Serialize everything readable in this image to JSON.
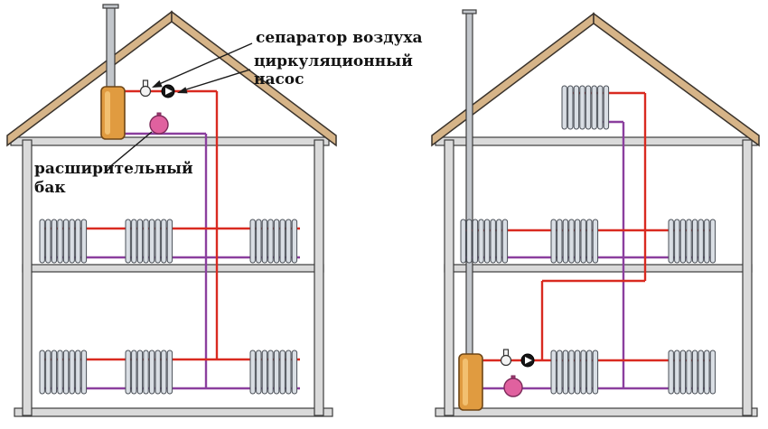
{
  "diagram": {
    "labels": {
      "air_separator": "сепаратор воздуха",
      "circulation_pump": [
        "циркуляционный",
        "насос"
      ],
      "expansion_tank": [
        "расширительный",
        "бак"
      ]
    },
    "colors": {
      "supply_pipe": "#d92a20",
      "return_pipe": "#8b3f9e",
      "boiler": "#e09b40",
      "boiler_highlight": "#f2c070",
      "expansion_tank": "#e0619f",
      "radiator_fill": "#d9dee4",
      "wall_fill": "#dadada",
      "roof_fill": "#d6b488",
      "chimney_fill": "#c2c6cb",
      "background": "#ffffff"
    }
  }
}
